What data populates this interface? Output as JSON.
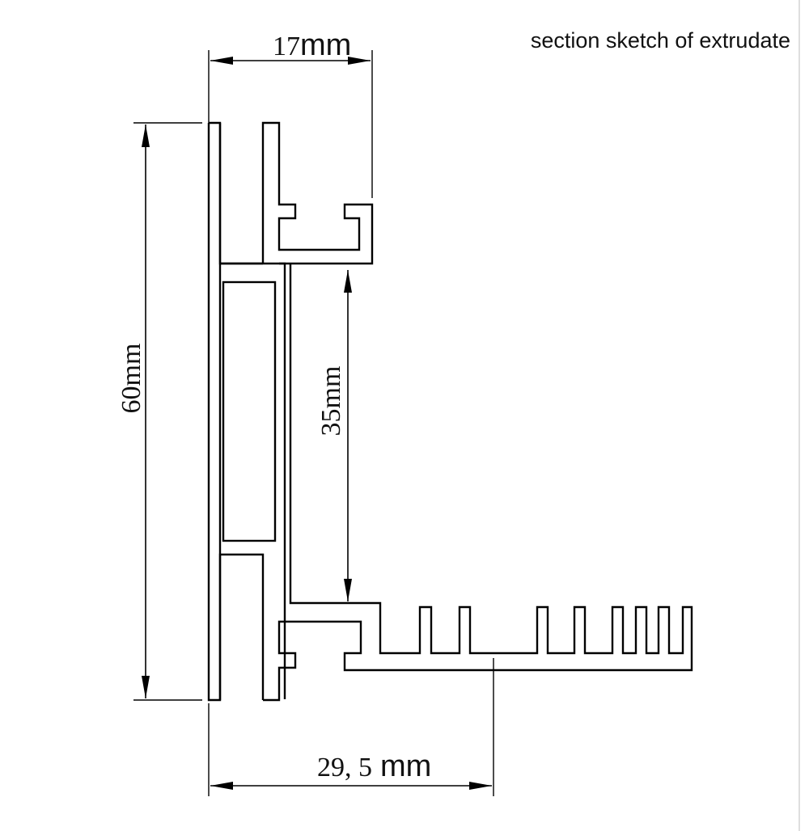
{
  "title": "section sketch of extrudate",
  "dimensions": {
    "top_width": {
      "value": "17",
      "unit": "mm"
    },
    "total_height": {
      "value": "60",
      "unit": "mm"
    },
    "inner_height": {
      "value": "35",
      "unit": "mm"
    },
    "bottom_width": {
      "value": "29, 5",
      "unit": "mm"
    }
  }
}
